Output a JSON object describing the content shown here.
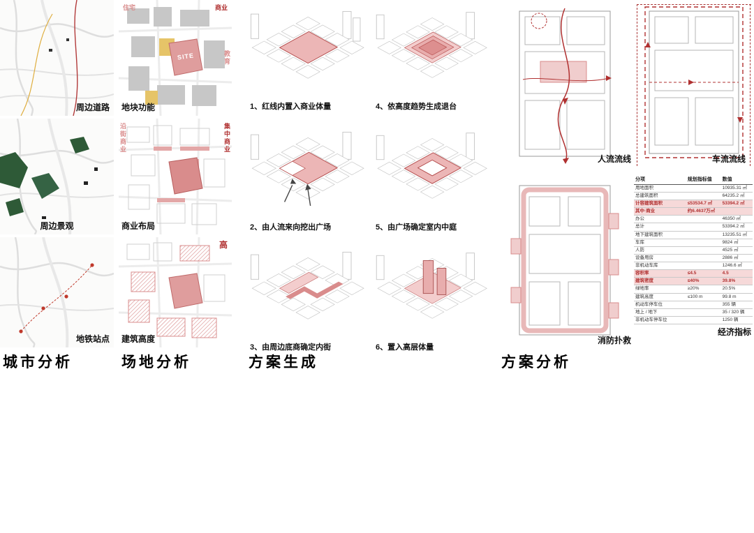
{
  "city": {
    "title": "城市分析",
    "panels": [
      {
        "label": "周边道路"
      },
      {
        "label": "周边景观"
      },
      {
        "label": "地铁站点"
      }
    ]
  },
  "site": {
    "title": "场地分析",
    "site_text": "SITE",
    "panels": [
      {
        "label": "地块功能",
        "tags": [
          "住宅",
          "商业",
          "教育"
        ]
      },
      {
        "label": "商业布局",
        "tags": [
          "沿街商业",
          "集中商业"
        ]
      },
      {
        "label": "建筑高度",
        "tags": [
          "高"
        ]
      }
    ]
  },
  "scheme": {
    "title": "方案生成",
    "steps": [
      "1、红线内置入商业体量",
      "2、由人流来向挖出广场",
      "3、由周边底商确定内街",
      "4、依高度趋势生成退台",
      "5、由广场确定室内中庭",
      "6、置入高层体量"
    ]
  },
  "analysis": {
    "title": "方案分析",
    "labels": {
      "pedestrian": "人流流线",
      "vehicle": "车流流线",
      "fire": "消防扑救",
      "economic": "经济指标"
    },
    "table": {
      "headers": [
        "分项",
        "规划指标值",
        "数值"
      ],
      "rows": [
        {
          "cells": [
            "用地面积",
            "",
            "10935.31 ㎡"
          ],
          "hl": false
        },
        {
          "cells": [
            "总建筑面积",
            "",
            "64235.2 ㎡"
          ],
          "hl": false
        },
        {
          "cells": [
            "计容建筑面积",
            "≤53534.7 ㎡",
            "53394.2 ㎡"
          ],
          "hl": true
        },
        {
          "cells": [
            "其中·商业",
            "约6.4637万㎡",
            ""
          ],
          "hl": true
        },
        {
          "cells": [
            "办公",
            "",
            "46350 ㎡"
          ],
          "hl": false
        },
        {
          "cells": [
            "总计",
            "",
            "53394.2 ㎡"
          ],
          "hl": false
        },
        {
          "cells": [
            "地下建筑面积",
            "",
            "13235.51 ㎡"
          ],
          "hl": false
        },
        {
          "cells": [
            "车库",
            "",
            "9824 ㎡"
          ],
          "hl": false
        },
        {
          "cells": [
            "人防",
            "",
            "4525 ㎡"
          ],
          "hl": false
        },
        {
          "cells": [
            "设备用房",
            "",
            "2886 ㎡"
          ],
          "hl": false
        },
        {
          "cells": [
            "非机动车库",
            "",
            "1246.6 ㎡"
          ],
          "hl": false
        },
        {
          "cells": [
            "容积率",
            "≤4.5",
            "4.5"
          ],
          "hl": true
        },
        {
          "cells": [
            "建筑密度",
            "≤40%",
            "39.8%"
          ],
          "hl": true
        },
        {
          "cells": [
            "绿地率",
            "≥20%",
            "20.5%"
          ],
          "hl": false
        },
        {
          "cells": [
            "建筑高度",
            "≤100 m",
            "99.8 m"
          ],
          "hl": false
        },
        {
          "cells": [
            "机动车停车位",
            "",
            "355 辆"
          ],
          "hl": false
        },
        {
          "cells": [
            "地上 / 地下",
            "",
            "35 / 320 辆"
          ],
          "hl": false
        },
        {
          "cells": [
            "非机动车停车位",
            "",
            "1250 辆"
          ],
          "hl": false
        }
      ]
    }
  }
}
